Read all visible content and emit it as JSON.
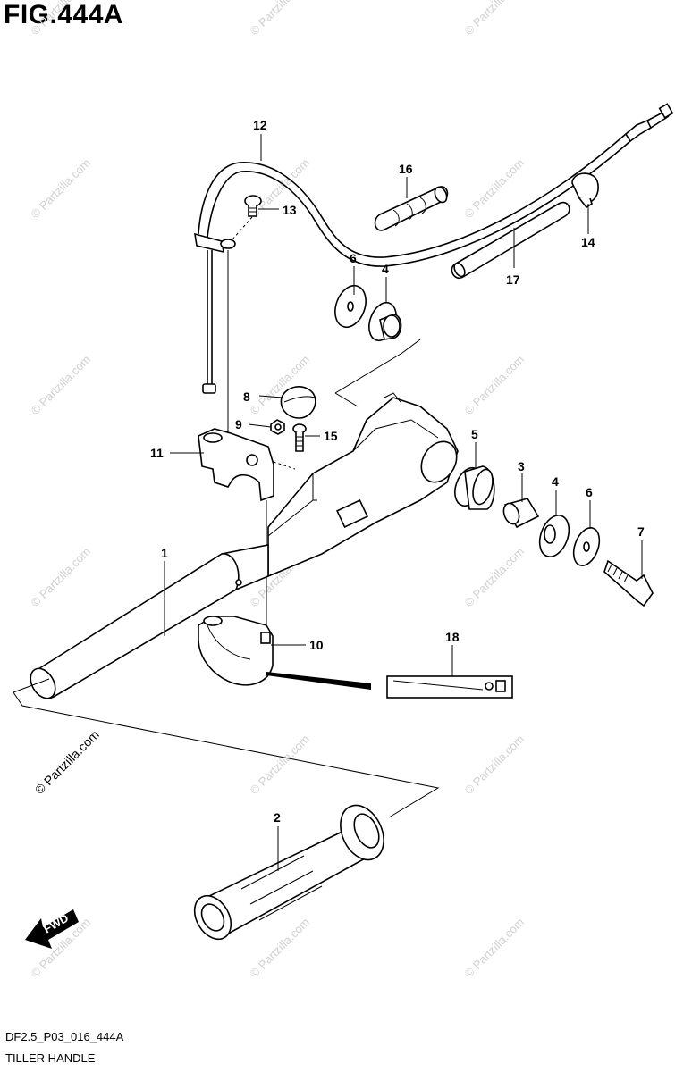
{
  "figure": {
    "title": "FIG.444A",
    "code": "DF2.5_P03_016_444A",
    "section": "TILLER HANDLE",
    "watermark": "© Partzilla.com",
    "fwd_label": "FWD"
  },
  "callouts": [
    {
      "id": "1",
      "label": "1"
    },
    {
      "id": "2",
      "label": "2"
    },
    {
      "id": "3",
      "label": "3"
    },
    {
      "id": "4a",
      "label": "4"
    },
    {
      "id": "4b",
      "label": "4"
    },
    {
      "id": "5",
      "label": "5"
    },
    {
      "id": "6a",
      "label": "6"
    },
    {
      "id": "6b",
      "label": "6"
    },
    {
      "id": "7",
      "label": "7"
    },
    {
      "id": "8",
      "label": "8"
    },
    {
      "id": "9",
      "label": "9"
    },
    {
      "id": "10",
      "label": "10"
    },
    {
      "id": "11",
      "label": "11"
    },
    {
      "id": "12",
      "label": "12"
    },
    {
      "id": "13",
      "label": "13"
    },
    {
      "id": "14",
      "label": "14"
    },
    {
      "id": "15",
      "label": "15"
    },
    {
      "id": "16",
      "label": "16"
    },
    {
      "id": "17",
      "label": "17"
    },
    {
      "id": "18",
      "label": "18"
    }
  ]
}
